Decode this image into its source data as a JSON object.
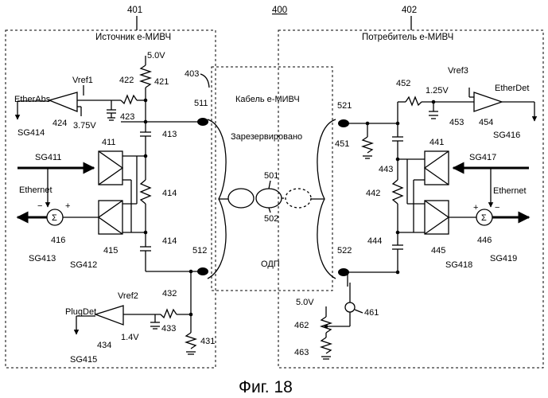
{
  "figure": {
    "caption": "Фиг. 18",
    "sections": {
      "source": {
        "ref": "401",
        "title": "Источник e-МИВЧ"
      },
      "cable": {
        "ref": "400",
        "area_ref": "403",
        "title": "Кабель e-МИВЧ",
        "reserved": "Зарезервировано",
        "odp": "ОДП",
        "pair_top": "501",
        "pair_bottom": "502"
      },
      "sink": {
        "ref": "402",
        "title": "Потребитель e-МИВЧ"
      }
    },
    "left": {
      "v5": "5.0V",
      "r421": "421",
      "r422": "422",
      "c423": "423",
      "cmp424": "424",
      "vref1": "Vref1",
      "v375": "3.75V",
      "etherabs": "EtherAbs",
      "sg414": "SG414",
      "c413": "413",
      "r414a": "414",
      "r414b": "414",
      "b411": "411",
      "b415": "415",
      "sg411": "SG411",
      "ethernet": "Ethernet",
      "minus": "−",
      "plus": "+",
      "sigma": "Σ",
      "s416": "416",
      "sg413": "SG413",
      "sg412": "SG412",
      "n511": "511",
      "n512": "512",
      "vref2": "Vref2",
      "r432": "432",
      "c433": "433",
      "r431": "431",
      "cmp434": "434",
      "v14": "1.4V",
      "plugdet": "PlugDet",
      "sg415": "SG415"
    },
    "right": {
      "n521": "521",
      "n522": "522",
      "r452": "452",
      "vref3": "Vref3",
      "v125": "1.25V",
      "c453": "453",
      "cmp454": "454",
      "etherdet": "EtherDet",
      "sg416": "SG416",
      "r451": "451",
      "c443": "443",
      "r442": "442",
      "c444": "444",
      "b441": "441",
      "b445": "445",
      "sg417": "SG417",
      "ethernet": "Ethernet",
      "minus": "−",
      "plus": "+",
      "sigma": "Σ",
      "s446": "446",
      "sg418": "SG418",
      "sg419": "SG419",
      "v5": "5.0V",
      "r462": "462",
      "r463": "463",
      "l461": "461"
    }
  }
}
